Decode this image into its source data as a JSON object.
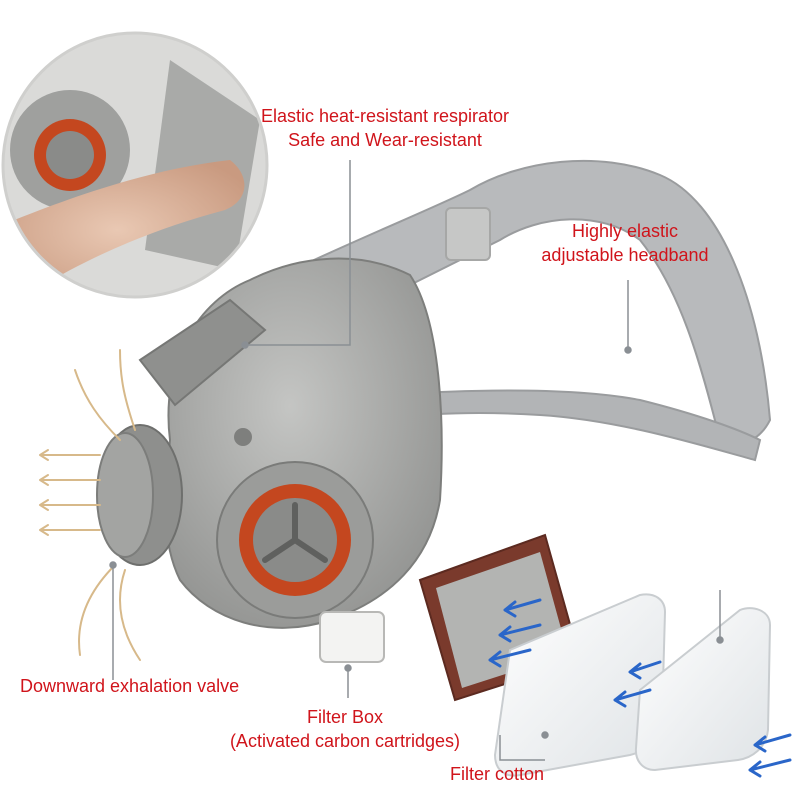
{
  "colors": {
    "label_text": "#d0141b",
    "leader_line": "#8a8f94",
    "mask_body": "#a9aaa8",
    "mask_shade": "#8f908e",
    "valve_ring": "#c4471f",
    "strap": "#b7b9bb",
    "filter_cotton": "#f4f6f7",
    "flow_arrow": "#2a66c9",
    "exhale_arrow": "#d7b98a"
  },
  "icons": {
    "inflow_arrows": "arrow-right-icon",
    "exhale_arrows": "curved-arrow-icon"
  },
  "callouts": {
    "respirator": {
      "line1": "Elastic heat-resistant respirator",
      "line2": "Safe and Wear-resistant"
    },
    "headband": {
      "line1": "Highly elastic",
      "line2": "adjustable headband"
    },
    "exhalation_valve": {
      "line1": "Downward exhalation valve"
    },
    "filter_box": {
      "line1": "Filter Box",
      "line2": "(Activated carbon cartridges)"
    },
    "filter_cotton": {
      "line1": "Filter cotton"
    }
  }
}
